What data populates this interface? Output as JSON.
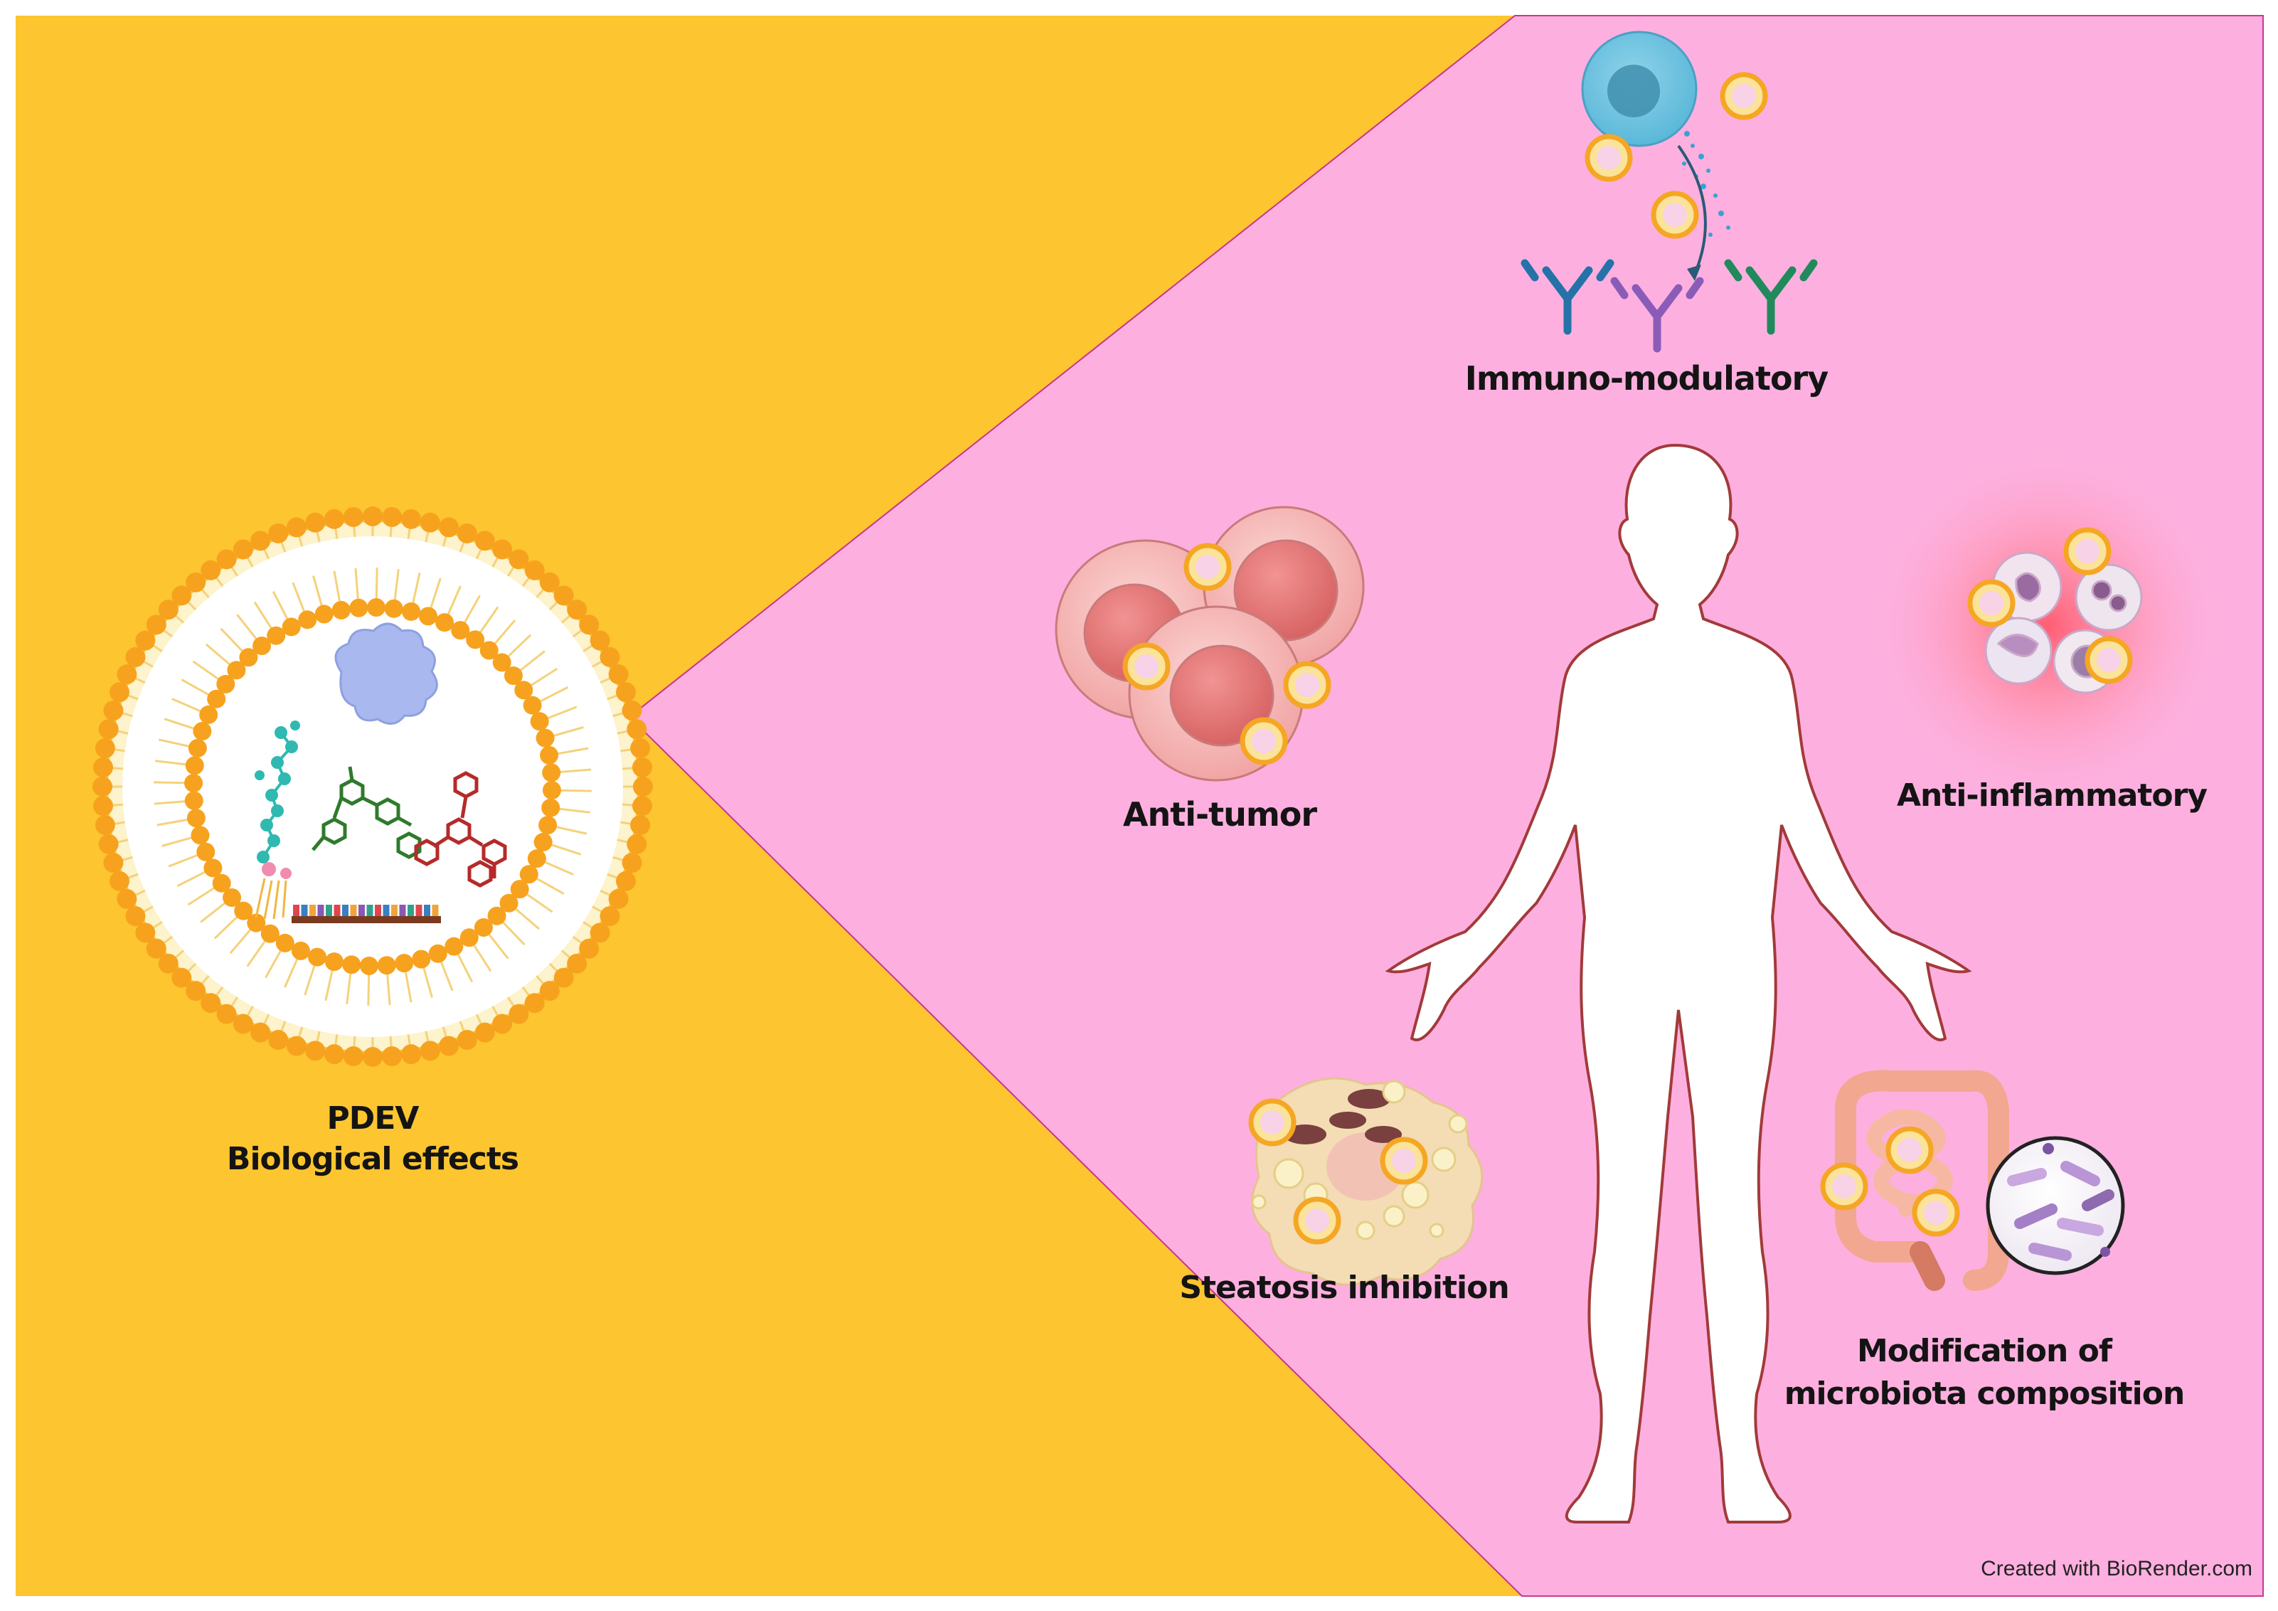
{
  "colors": {
    "background_left": "#fdc52f",
    "background_right": "#fdb0df",
    "membrane_head": "#f7a21e",
    "membrane_tail": "#f4d27a",
    "human_outline": "#a23a3a",
    "extra_vesicle_ring": "#fbe39a"
  },
  "labels": {
    "pdev_title": "PDEV",
    "pdev_subtitle": "Biological effects",
    "immuno": "Immuno-modulatory",
    "antitumor": "Anti-tumor",
    "antiinflammatory": "Anti-inflammatory",
    "steatosis": "Steatosis inhibition",
    "microbiota_line1": "Modification of",
    "microbiota_line2": "microbiota composition",
    "credit": "Created with BioRender.com"
  },
  "icons": {
    "vesicle": "pdev-vesicle-icon",
    "immune_cell": "immune-cell-icon",
    "antibody": "antibody-icon",
    "tumor_cells": "tumor-cell-cluster-icon",
    "inflammation_cells": "leukocyte-icon",
    "liver_cells": "hepatocyte-steatosis-icon",
    "intestine": "intestine-icon",
    "bacteria": "bacteria-magnified-icon",
    "human": "human-silhouette-icon"
  }
}
